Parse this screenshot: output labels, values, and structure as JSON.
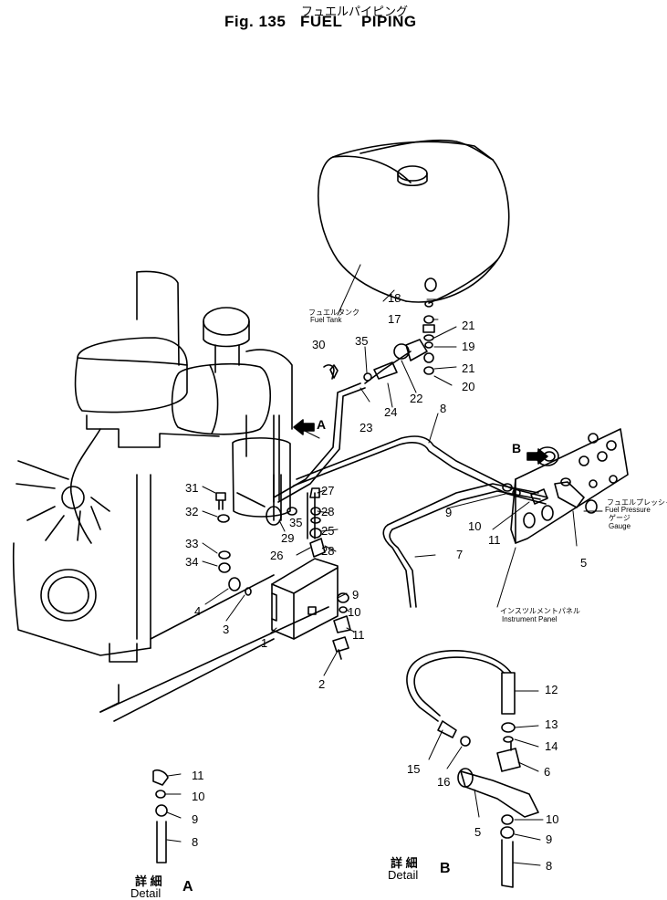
{
  "title": {
    "japanese": "フュエルパイピング",
    "english": "Fig. 135   FUEL    PIPING"
  },
  "callouts": {
    "fuel_tank": {
      "jp": "フュエルタンク",
      "en": "Fuel Tank"
    },
    "fuel_pressure_gauge": {
      "jp1": "フュエルプレッシャ",
      "en1": "Fuel Pressure",
      "jp2": "ゲージ",
      "en2": "Gauge"
    },
    "instrument_panel": {
      "jp": "インスツルメントパネル",
      "en": "Instrument Panel"
    },
    "view_a": "A",
    "view_b": "B"
  },
  "details": {
    "a": {
      "jp": "詳 細",
      "en": "Detail",
      "letter": "A"
    },
    "b": {
      "jp": "詳 細",
      "en": "Detail",
      "letter": "B"
    }
  },
  "part_numbers": {
    "n1": "1",
    "n2": "2",
    "n3": "3",
    "n4": "4",
    "n5a": "5",
    "n5b": "5",
    "n6": "6",
    "n7": "7",
    "n8a": "8",
    "n8b": "8",
    "n8c": "8",
    "n9a": "9",
    "n9b": "9",
    "n9c": "9",
    "n9d": "9",
    "n10a": "10",
    "n10b": "10",
    "n10c": "10",
    "n10d": "10",
    "n11a": "11",
    "n11b": "11",
    "n11c": "11",
    "n12": "12",
    "n13": "13",
    "n14": "14",
    "n15": "15",
    "n16": "16",
    "n17": "17",
    "n18": "18",
    "n19": "19",
    "n20": "20",
    "n21a": "21",
    "n21b": "21",
    "n22": "22",
    "n23": "23",
    "n24": "24",
    "n25": "25",
    "n26": "26",
    "n27": "27",
    "n28a": "28",
    "n28b": "28",
    "n29": "29",
    "n30": "30",
    "n31": "31",
    "n32": "32",
    "n33": "33",
    "n34": "34",
    "n35a": "35",
    "n35b": "35"
  }
}
